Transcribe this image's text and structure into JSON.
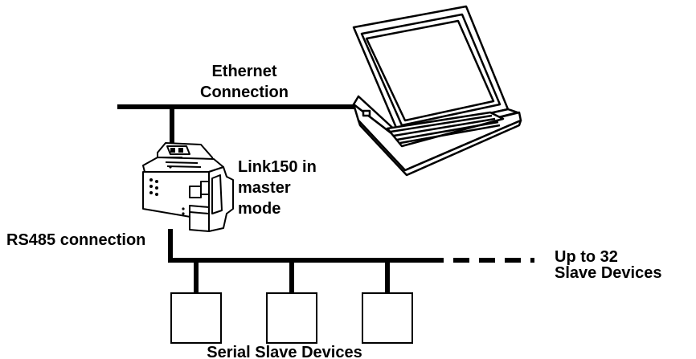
{
  "labels": {
    "ethernet_line1": "Ethernet",
    "ethernet_line2": "Connection",
    "gateway_line1": "Link150 in",
    "gateway_line2": "master",
    "gateway_line3": "mode",
    "rs485": "RS485 connection",
    "upto_line1": "Up to 32",
    "upto_line2": "Slave Devices",
    "serial_slaves": "Serial Slave Devices"
  },
  "icons": {
    "computer": "laptop-icon",
    "gateway": "link150-gateway-icon",
    "slave": "slave-device-box"
  },
  "colors": {
    "line": "#000000",
    "background": "#ffffff"
  }
}
